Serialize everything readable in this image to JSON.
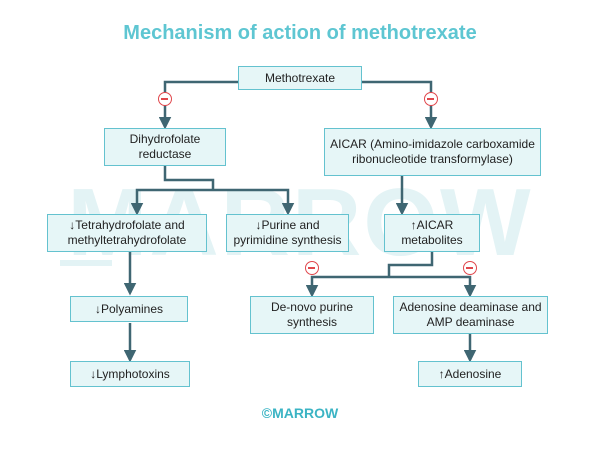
{
  "title": "Mechanism of action of methotrexate",
  "watermark": "MARROW",
  "footer": "©MARROW",
  "colors": {
    "title": "#5ec6d2",
    "box_fill": "#e6f6f7",
    "box_border": "#64c2cf",
    "arrow": "#3f6672",
    "inhibit": "#e0474c"
  },
  "nodes": {
    "methotrexate": "Methotrexate",
    "dhfr": "Dihydrofolate reductase",
    "aicar": "AICAR (Amino-imidazole carboxamide ribonucleotide transformylase)",
    "thf": "↓Tetrahydrofolate and methyltetrahydrofolate",
    "purine_pyrimidine": "↓Purine and pyrimidine synthesis",
    "aicar_metabolites": "↑AICAR metabolites",
    "polyamines": "↓Polyamines",
    "denovo": "De-novo purine synthesis",
    "adenosine_deaminase": "Adenosine deaminase and AMP deaminase",
    "lymphotoxins": "↓Lymphotoxins",
    "adenosine": "↑Adenosine"
  },
  "icons": {
    "inhibit": "minus-circle-icon"
  }
}
